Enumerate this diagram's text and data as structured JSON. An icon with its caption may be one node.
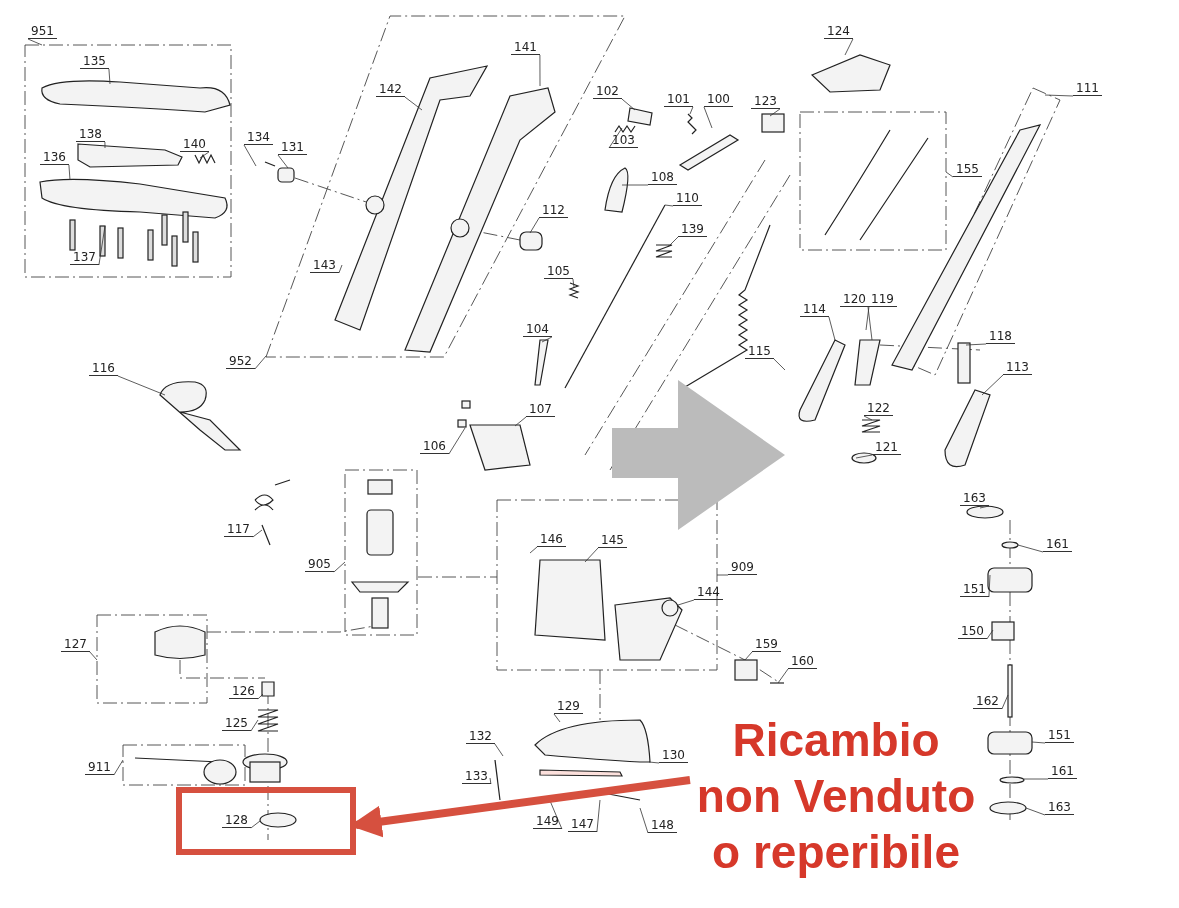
{
  "diagram": {
    "nodes": [
      {
        "text": [
          "951"
        ]
      },
      {
        "text": [
          "135"
        ]
      },
      {
        "text": [
          "138"
        ]
      },
      {
        "text": [
          "140"
        ]
      },
      {
        "text": [
          "136"
        ]
      },
      {
        "text": [
          "137"
        ]
      },
      {
        "text": [
          "134"
        ]
      },
      {
        "text": [
          "131"
        ]
      },
      {
        "text": [
          "142"
        ]
      },
      {
        "text": [
          "141"
        ]
      },
      {
        "text": [
          "143"
        ]
      },
      {
        "text": [
          "952"
        ]
      },
      {
        "text": [
          "124"
        ]
      },
      {
        "text": [
          "111"
        ]
      },
      {
        "text": [
          "102"
        ]
      },
      {
        "text": [
          "101"
        ]
      },
      {
        "text": [
          "100"
        ]
      },
      {
        "text": [
          "123"
        ]
      },
      {
        "text": [
          "103"
        ]
      },
      {
        "text": [
          "108"
        ]
      },
      {
        "text": [
          "155"
        ]
      },
      {
        "text": [
          "110"
        ]
      },
      {
        "text": [
          "112"
        ]
      },
      {
        "text": [
          "139"
        ]
      },
      {
        "text": [
          "105"
        ]
      },
      {
        "text": [
          "104"
        ]
      },
      {
        "text": [
          "114"
        ]
      },
      {
        "text": [
          "120"
        ]
      },
      {
        "text": [
          "119"
        ]
      },
      {
        "text": [
          "118"
        ]
      },
      {
        "text": [
          "113"
        ]
      },
      {
        "text": [
          "115"
        ]
      },
      {
        "text": [
          "122"
        ]
      },
      {
        "text": [
          "121"
        ]
      },
      {
        "text": [
          "116"
        ]
      },
      {
        "text": [
          "107"
        ]
      },
      {
        "text": [
          "106"
        ]
      },
      {
        "text": [
          "117"
        ]
      },
      {
        "text": [
          "905"
        ]
      },
      {
        "text": [
          "146"
        ]
      },
      {
        "text": [
          "145"
        ]
      },
      {
        "text": [
          "909"
        ]
      },
      {
        "text": [
          "144"
        ]
      },
      {
        "text": [
          "163"
        ]
      },
      {
        "text": [
          "161"
        ]
      },
      {
        "text": [
          "151"
        ]
      },
      {
        "text": [
          "150"
        ]
      },
      {
        "text": [
          "159"
        ]
      },
      {
        "text": [
          "160"
        ]
      },
      {
        "text": [
          "127"
        ]
      },
      {
        "text": [
          "126"
        ]
      },
      {
        "text": [
          "125"
        ]
      },
      {
        "text": [
          "129"
        ]
      },
      {
        "text": [
          "132"
        ]
      },
      {
        "text": [
          "162"
        ]
      },
      {
        "text": [
          "911"
        ]
      },
      {
        "text": [
          "133"
        ]
      },
      {
        "text": [
          "130"
        ]
      },
      {
        "text": [
          "151"
        ]
      },
      {
        "text": [
          "161"
        ]
      },
      {
        "text": [],
        "shape": "box"
      },
      {
        "text": [
          "128"
        ],
        "in": 60
      },
      {
        "text": [
          "149"
        ]
      },
      {
        "text": [
          "147"
        ]
      },
      {
        "text": [
          "148"
        ]
      },
      {
        "text": [
          "163"
        ]
      },
      {
        "text": [
          "Ricambio non Venduto o reperibile"
        ]
      }
    ],
    "edges": [
      {
        "from": 0,
        "to": null,
        "arrow": "none"
      },
      {
        "from": 1,
        "to": null,
        "arrow": "none"
      },
      {
        "from": 2,
        "to": null,
        "arrow": "none"
      },
      {
        "from": 3,
        "to": null,
        "arrow": "none"
      },
      {
        "from": 4,
        "to": null,
        "arrow": "none"
      },
      {
        "from": 5,
        "to": null,
        "arrow": "none"
      },
      {
        "from": 6,
        "to": null,
        "arrow": "none"
      },
      {
        "from": 7,
        "to": null,
        "arrow": "none"
      },
      {
        "from": 8,
        "to": null,
        "arrow": "none"
      },
      {
        "from": 9,
        "to": null,
        "arrow": "none"
      },
      {
        "from": 10,
        "to": null,
        "arrow": "none"
      },
      {
        "from": 11,
        "to": null,
        "arrow": "none"
      },
      {
        "from": 12,
        "to": null,
        "arrow": "none"
      },
      {
        "from": 13,
        "to": null,
        "arrow": "none"
      },
      {
        "from": 14,
        "to": null,
        "arrow": "none"
      },
      {
        "from": 15,
        "to": null,
        "arrow": "none"
      },
      {
        "from": 16,
        "to": null,
        "arrow": "none"
      },
      {
        "from": 17,
        "to": null,
        "arrow": "none"
      },
      {
        "from": 18,
        "to": null,
        "arrow": "none"
      },
      {
        "from": 19,
        "to": null,
        "arrow": "none"
      },
      {
        "from": 20,
        "to": null,
        "arrow": "none"
      },
      {
        "from": 21,
        "to": null,
        "arrow": "none"
      },
      {
        "from": 22,
        "to": null,
        "arrow": "none"
      },
      {
        "from": 23,
        "to": null,
        "arrow": "none"
      },
      {
        "from": 24,
        "to": null,
        "arrow": "none"
      },
      {
        "from": 25,
        "to": null,
        "arrow": "none"
      },
      {
        "from": 26,
        "to": null,
        "arrow": "none"
      },
      {
        "from": 27,
        "to": null,
        "arrow": "none"
      },
      {
        "from": 28,
        "to": null,
        "arrow": "none"
      },
      {
        "from": 29,
        "to": null,
        "arrow": "none"
      },
      {
        "from": 30,
        "to": null,
        "arrow": "none"
      },
      {
        "from": 31,
        "to": null,
        "arrow": "none"
      },
      {
        "from": 32,
        "to": null,
        "arrow": "none"
      },
      {
        "from": 33,
        "to": null,
        "arrow": "none"
      },
      {
        "from": 34,
        "to": null,
        "arrow": "none"
      },
      {
        "from": 35,
        "to": null,
        "arrow": "none"
      },
      {
        "from": 36,
        "to": null,
        "arrow": "none"
      },
      {
        "from": 37,
        "to": null,
        "arrow": "none"
      },
      {
        "from": 38,
        "to": null,
        "arrow": "none"
      },
      {
        "from": 39,
        "to": null,
        "arrow": "none"
      },
      {
        "from": 40,
        "to": null,
        "arrow": "none"
      },
      {
        "from": 41,
        "to": null,
        "arrow": "none"
      },
      {
        "from": 42,
        "to": null,
        "arrow": "none"
      },
      {
        "from": 43,
        "to": null,
        "arrow": "none"
      },
      {
        "from": 44,
        "to": null,
        "arrow": "none"
      },
      {
        "from": 45,
        "to": null,
        "arrow": "none"
      },
      {
        "from": 46,
        "to": null,
        "arrow": "none"
      },
      {
        "from": 47,
        "to": null,
        "arrow": "none"
      },
      {
        "from": 48,
        "to": null,
        "arrow": "none"
      },
      {
        "from": 49,
        "to": null,
        "arrow": "none"
      },
      {
        "from": 50,
        "to": null,
        "arrow": "none"
      },
      {
        "from": 51,
        "to": null,
        "arrow": "none"
      },
      {
        "from": 52,
        "to": null,
        "arrow": "none"
      },
      {
        "from": 53,
        "to": null,
        "arrow": "none"
      },
      {
        "from": 54,
        "to": null,
        "arrow": "none"
      },
      {
        "from": 55,
        "to": null,
        "arrow": "none"
      },
      {
        "from": 56,
        "to": null,
        "arrow": "none"
      },
      {
        "from": 57,
        "to": null,
        "arrow": "none"
      },
      {
        "from": 58,
        "to": null,
        "arrow": "none"
      },
      {
        "from": 59,
        "to": null,
        "arrow": "none"
      },
      {
        "from": 61,
        "to": null,
        "arrow": "none"
      },
      {
        "from": 62,
        "to": null,
        "arrow": "none"
      },
      {
        "from": 63,
        "to": null,
        "arrow": "none"
      },
      {
        "from": 64,
        "to": null,
        "arrow": "none"
      },
      {
        "from": 65,
        "to": null,
        "arrow": "none"
      },
      {
        "from": 66,
        "to": 60,
        "arrow": "to",
        "style": "thick",
        "color": "#d6503f"
      }
    ]
  }
}
